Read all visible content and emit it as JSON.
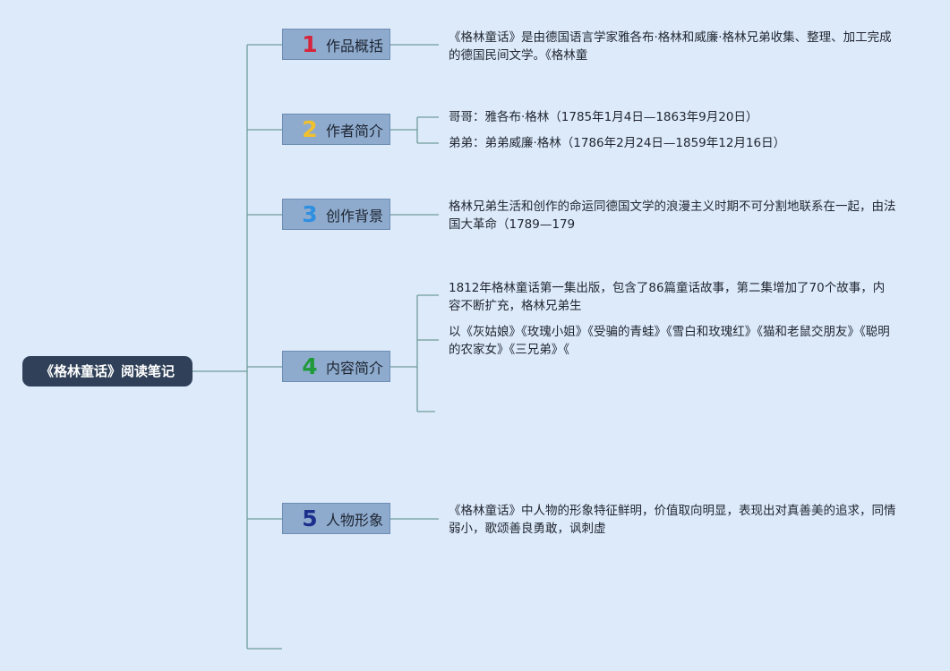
{
  "root": {
    "label": "《格林童话》阅读笔记"
  },
  "branches": [
    {
      "number": "1",
      "number_color": "#d6253a",
      "label": "作品概括",
      "leaves": [
        "《格林童话》是由德国语言学家雅各布·格林和威廉·格林兄弟收集、整理、加工完成的德国民间文学。《格林童"
      ]
    },
    {
      "number": "2",
      "number_color": "#f0c02e",
      "label": "作者简介",
      "leaves": [
        "哥哥：雅各布·格林（1785年1月4日—1863年9月20日）",
        "弟弟：弟弟威廉·格林（1786年2月24日—1859年12月16日）"
      ]
    },
    {
      "number": "3",
      "number_color": "#2f8fe0",
      "label": "创作背景",
      "leaves": [
        "格林兄弟生活和创作的命运同德国文学的浪漫主义时期不可分割地联系在一起，由法国大革命（1789—179"
      ]
    },
    {
      "number": "4",
      "number_color": "#1f9a3a",
      "label": "内容简介",
      "leaves": [
        "1812年格林童话第一集出版，包含了86篇童话故事，第二集增加了70个故事，内容不断扩充，格林兄弟生",
        "以《灰姑娘》《玫瑰小姐》《受骗的青蛙》《雪白和玫瑰红》《猫和老鼠交朋友》《聪明的农家女》《三兄弟》《",
        ""
      ]
    },
    {
      "number": "5",
      "number_color": "#1d2f8c",
      "label": "人物形象",
      "leaves": [
        "《格林童话》中人物的形象特征鲜明，价值取向明显，表现出对真善美的追求，同情弱小，歌颂善良勇敢，讽刺虚"
      ]
    }
  ],
  "colors": {
    "background": "#ddeafa",
    "connector": "#6f9c9a",
    "root_fill": "#2f4058",
    "branch_fill": "#8eabce"
  }
}
